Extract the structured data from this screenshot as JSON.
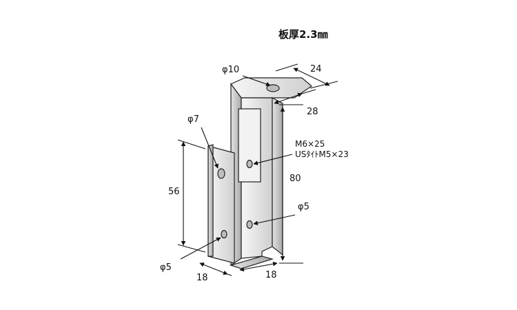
{
  "title": "板厚2.3㎜",
  "dimensions": {
    "hole_top": "φ10",
    "width_top": "24",
    "depth_top": "28",
    "hole_upper_left": "φ7",
    "height_left": "56",
    "hole_lower_left": "φ5",
    "width_bottom_left": "18",
    "width_bottom_right": "18",
    "height_right": "80",
    "hole_right_lower": "φ5",
    "bolt_line1": "M6×25",
    "bolt_line2": "USﾀｲﾄM5×23"
  }
}
